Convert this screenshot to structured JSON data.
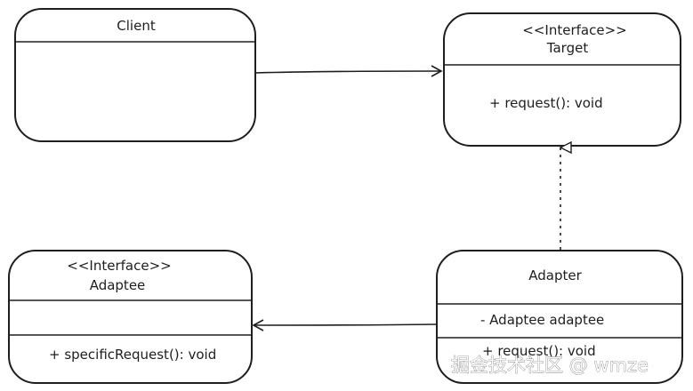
{
  "diagram": {
    "client": {
      "name": "Client"
    },
    "target": {
      "stereotype": "<<Interface>>",
      "name": "Target",
      "method": "+ request(): void"
    },
    "adaptee": {
      "stereotype": "<<Interface>>",
      "name": "Adaptee",
      "method": "+ specificRequest(): void"
    },
    "adapter": {
      "name": "Adapter",
      "field": "- Adaptee adaptee",
      "method": "+ request(): void"
    }
  },
  "watermark": "掘金技术社区 @ wmze",
  "colors": {
    "stroke": "#1e1e1e",
    "background": "#ffffff"
  }
}
